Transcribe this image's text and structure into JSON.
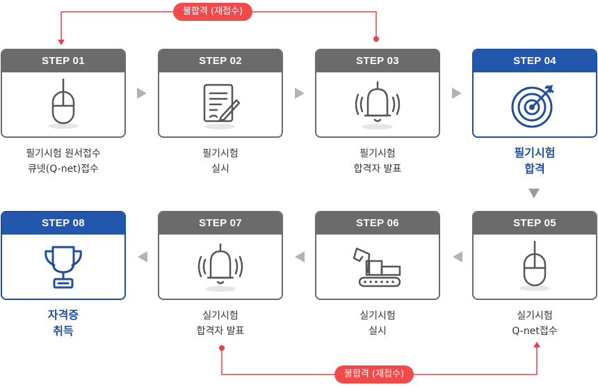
{
  "colors": {
    "gray_header": "#6b6b6b",
    "blue_header": "#2356ad",
    "red_loop": "#e8414a",
    "arrow": "#b3b3b3"
  },
  "loops": {
    "top_label": "불합격 (재접수)",
    "bottom_label": "불합격 (재접수)"
  },
  "steps": [
    {
      "label": "STEP 01",
      "icon": "mouse-icon",
      "caption": [
        "필기시험 원서접수",
        "큐넷(Q-net)접수"
      ]
    },
    {
      "label": "STEP 02",
      "icon": "document-icon",
      "caption": [
        "필기시험",
        "실시"
      ]
    },
    {
      "label": "STEP 03",
      "icon": "bell-icon",
      "caption": [
        "필기시험",
        "합격자 발표"
      ]
    },
    {
      "label": "STEP 04",
      "icon": "target-icon",
      "caption": [
        "필기시험",
        "합격"
      ],
      "highlight": true
    },
    {
      "label": "STEP 05",
      "icon": "mouse-icon",
      "caption": [
        "실기시험",
        "Q-net접수"
      ]
    },
    {
      "label": "STEP 06",
      "icon": "excavator-icon",
      "caption": [
        "실기시험",
        "실시"
      ]
    },
    {
      "label": "STEP 07",
      "icon": "bell-icon",
      "caption": [
        "실기시험",
        "합격자 발표"
      ]
    },
    {
      "label": "STEP 08",
      "icon": "trophy-icon",
      "caption": [
        "자격증",
        "취득"
      ],
      "highlight": true
    }
  ]
}
